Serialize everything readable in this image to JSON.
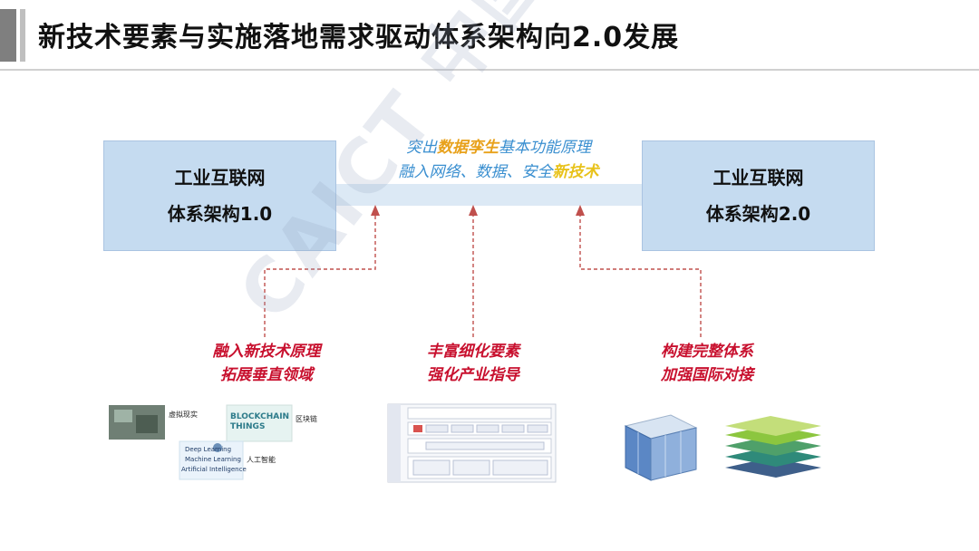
{
  "title": "新技术要素与实施落地需求驱动体系架构向2.0发展",
  "box_left": {
    "line1": "工业互联网",
    "line2": "体系架构1.0"
  },
  "box_right": {
    "line1": "工业互联网",
    "line2": "体系架构2.0"
  },
  "arrow_note": {
    "line1_pre": "突出",
    "line1_hl": "数据孪生",
    "line1_post": "基本功能原理",
    "line2_pre": "融入网络、数据、安全",
    "line2_hl": "新技术"
  },
  "drivers": [
    {
      "line1": "融入新技术原理",
      "line2": "拓展垂直领域"
    },
    {
      "line1": "丰富细化要素",
      "line2": "强化产业指导"
    },
    {
      "line1": "构建完整体系",
      "line2": "加强国际对接"
    }
  ],
  "tech_thumbs": {
    "vr": "虚拟现实",
    "blockchain_img": "BLOCKCHAIN THINGS",
    "blockchain": "区块链",
    "dl_img_1": "Deep Learning",
    "dl_img_2": "Machine Learning",
    "dl_img_3": "Artificial Intelligence",
    "ai": "人工智能"
  },
  "watermark": "CAICT 中国信通院",
  "colors": {
    "box_fill": "#c5dbf0",
    "arrow": "#dce9f5",
    "dashed_line": "#c0504d",
    "red_text": "#c8102e",
    "blue_text": "#3a8fd0"
  }
}
